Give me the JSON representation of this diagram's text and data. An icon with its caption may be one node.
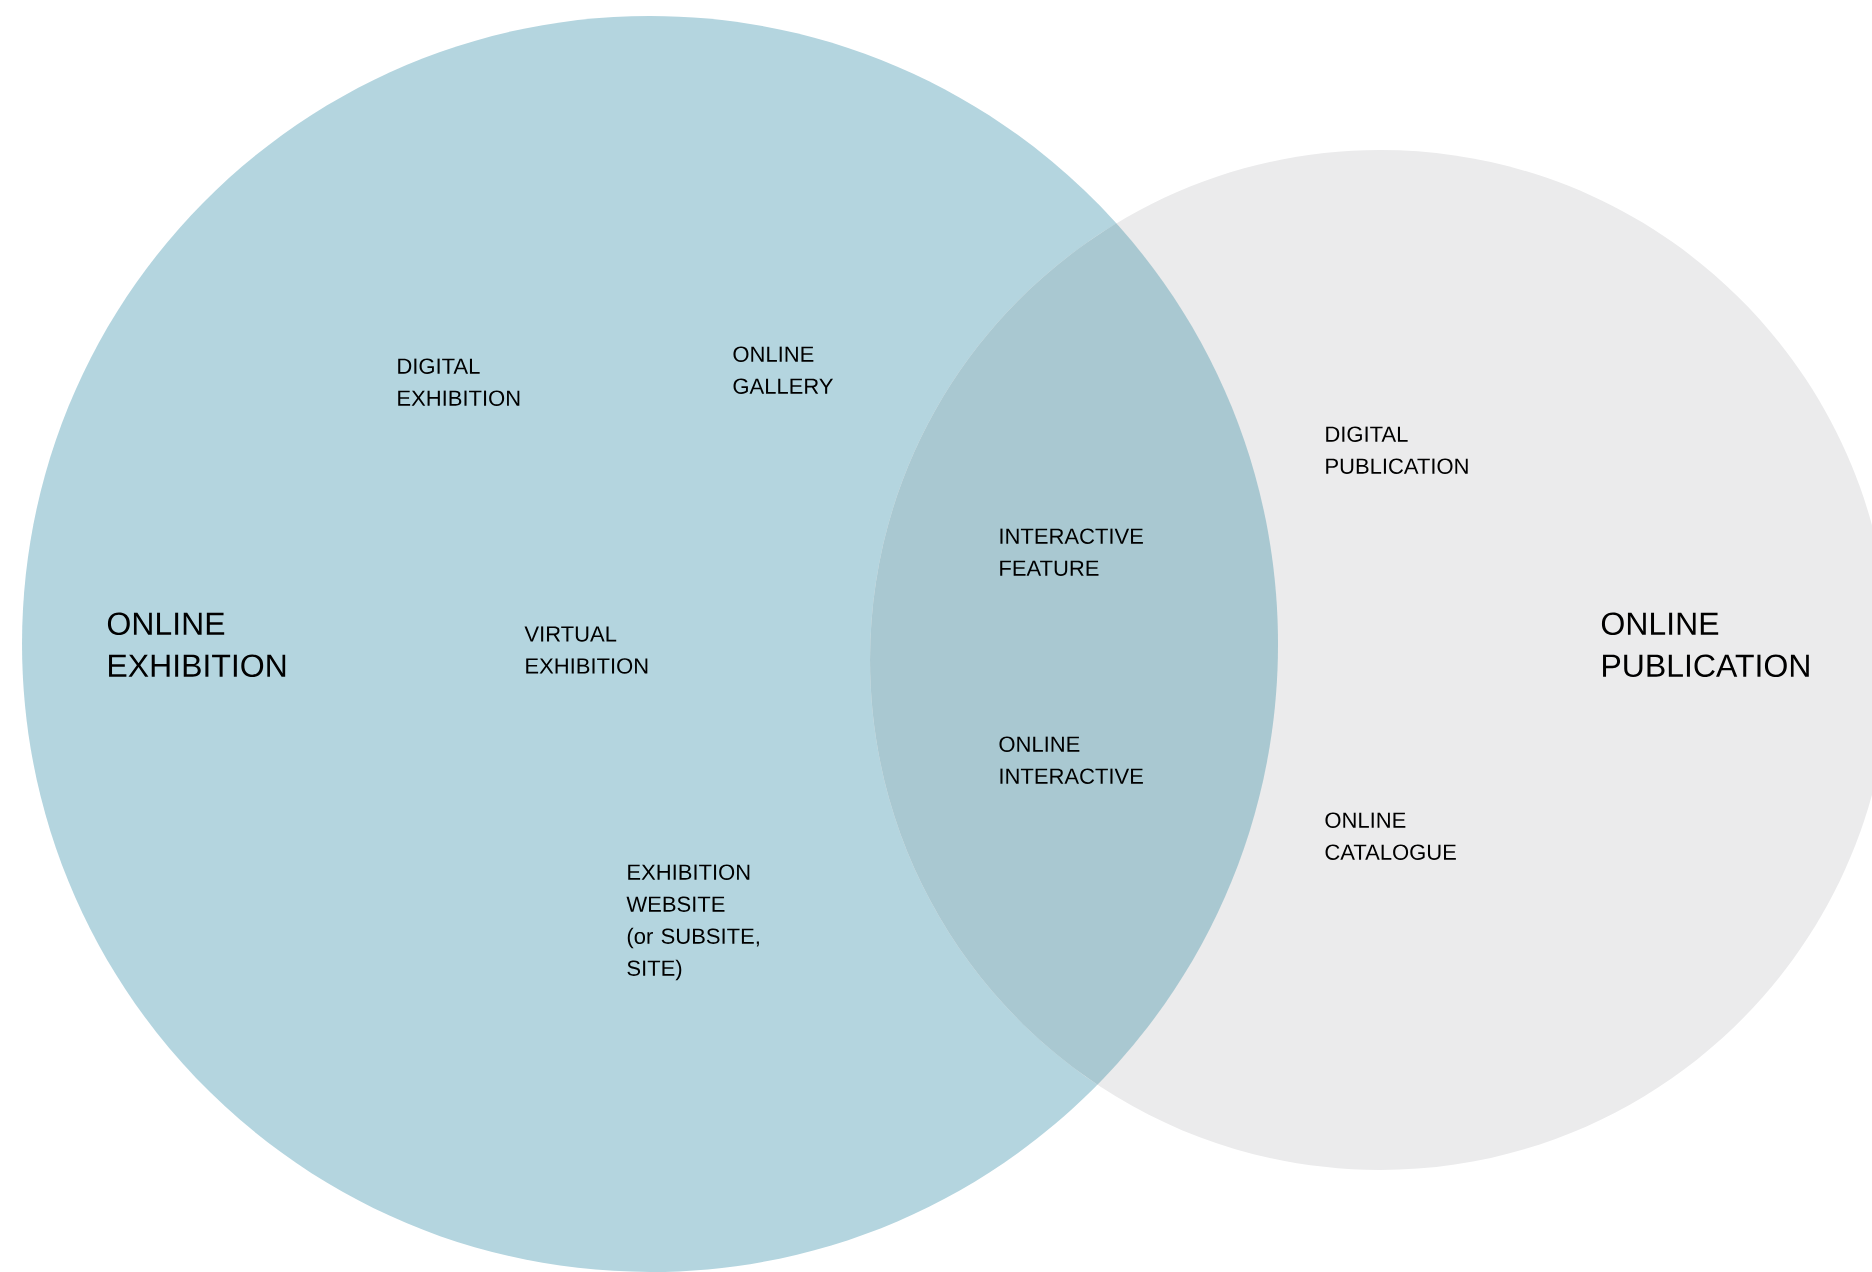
{
  "diagram": {
    "nodes": [
      {
        "text": [
          "ONLINE EXHIBITION"
        ]
      },
      {
        "text": [
          "ONLINE PUBLICATION"
        ]
      }
    ],
    "labels": [
      "DIGITAL EXHIBITION",
      "ONLINE GALLERY",
      "DIGITAL PUBLICATION",
      "INTERACTIVE FEATURE",
      "VIRTUAL EXHIBITION",
      "ONLINE INTERACTIVE",
      "ONLINE CATALOGUE",
      "EXHIBITION WEBSITE (or SUBSITE, SITE)"
    ]
  }
}
